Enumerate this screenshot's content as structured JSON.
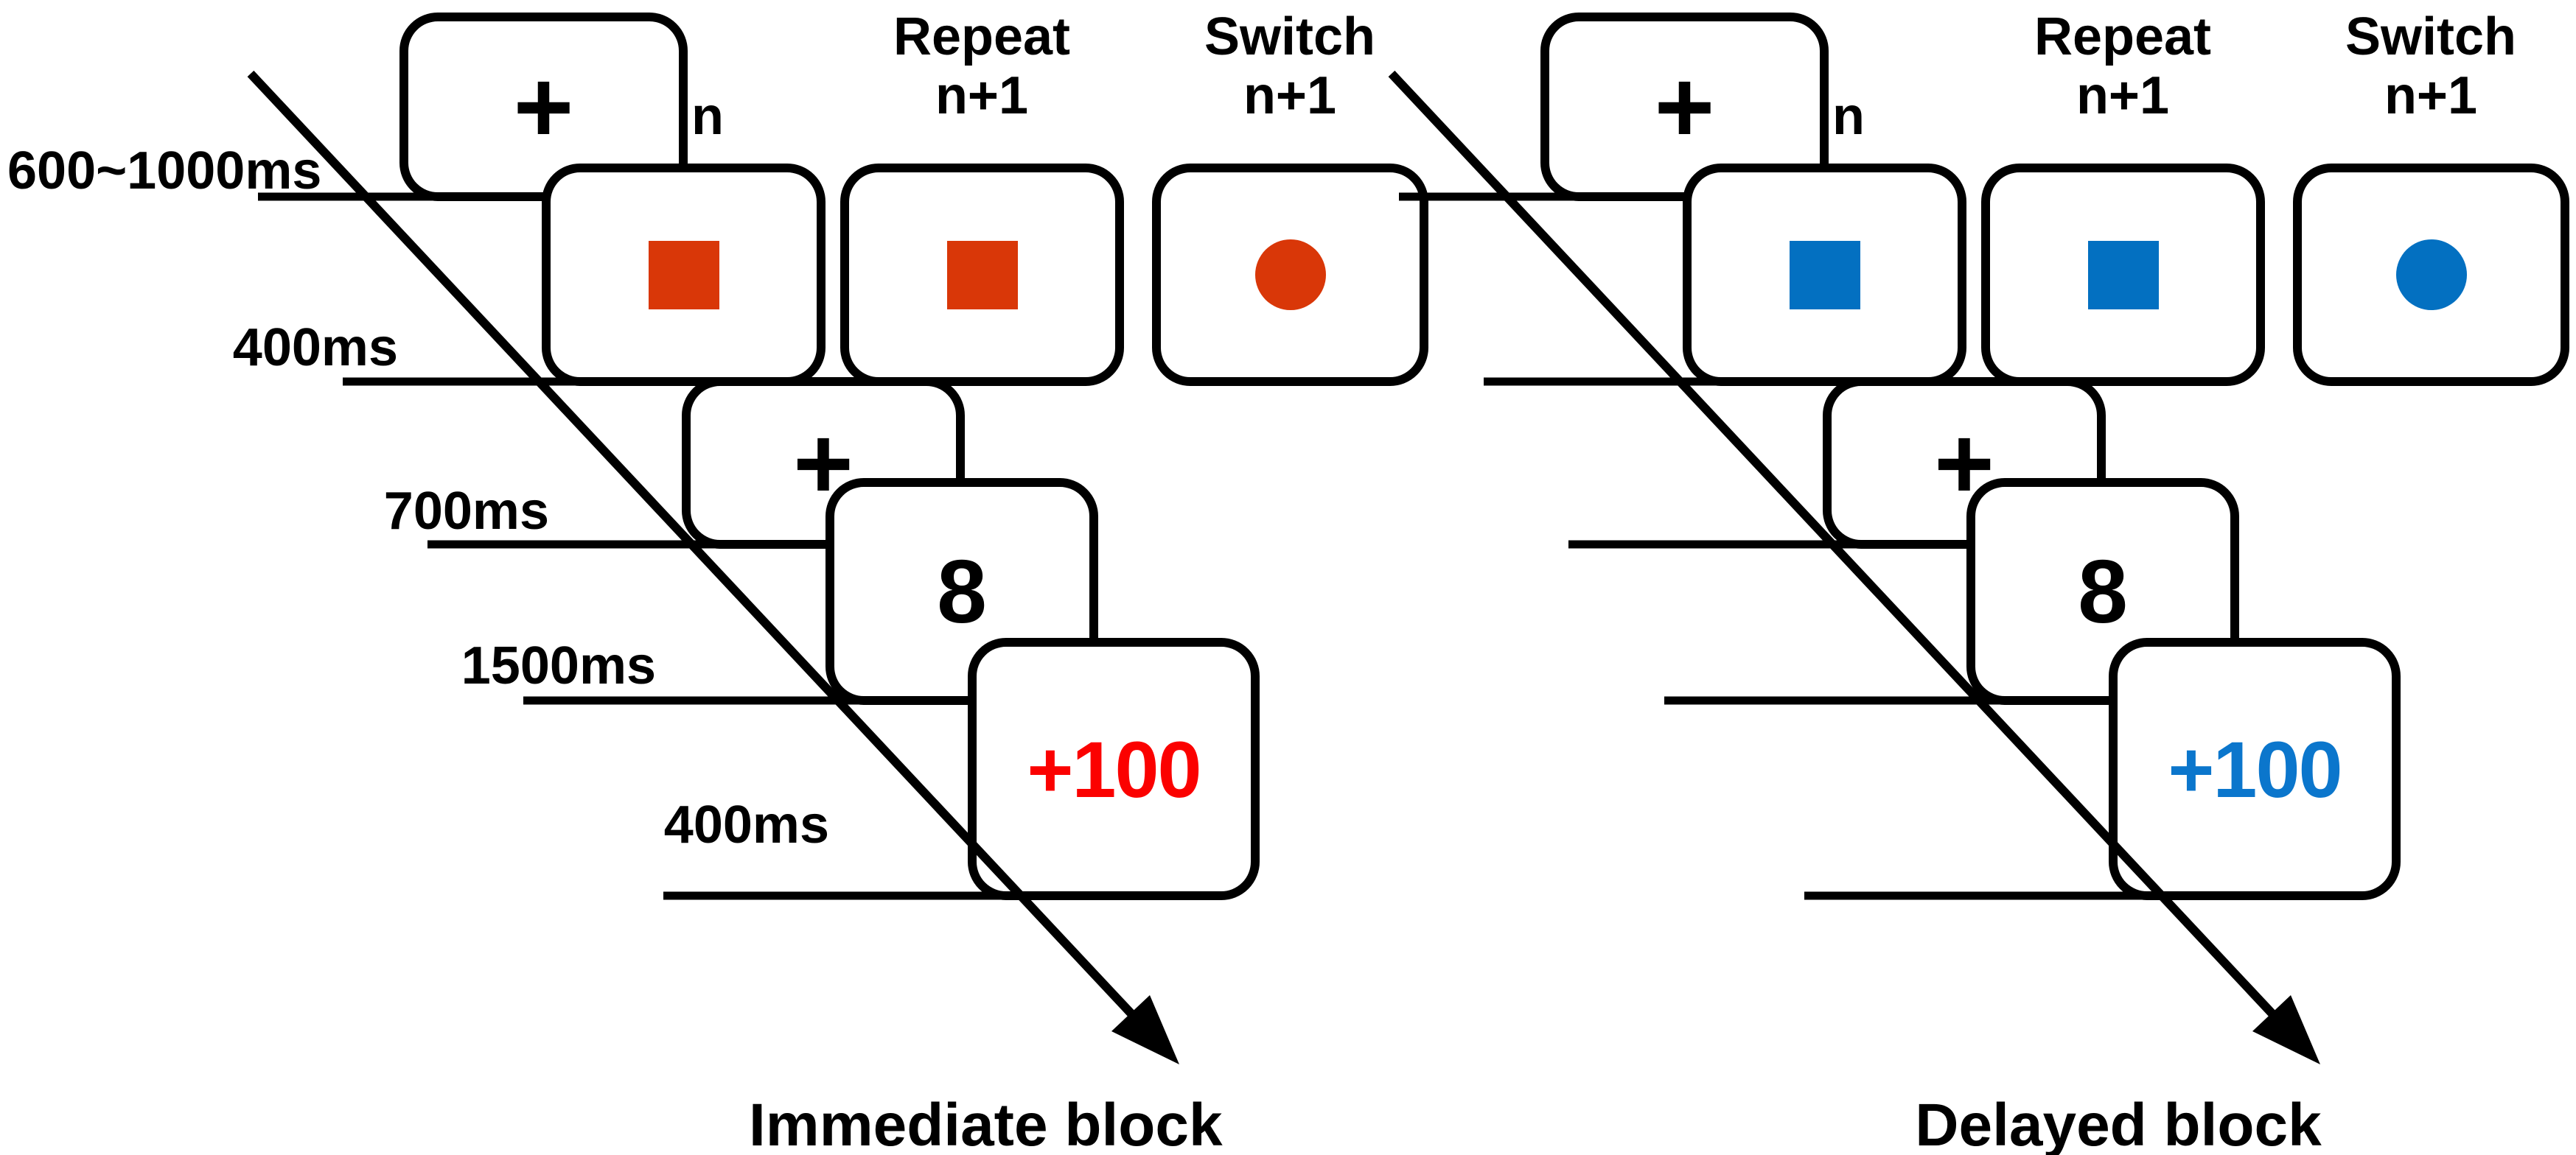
{
  "timeline": {
    "durations": [
      {
        "text": "600~1000ms"
      },
      {
        "text": "400ms"
      },
      {
        "text": "700ms"
      },
      {
        "text": "1500ms"
      },
      {
        "text": "400ms"
      }
    ]
  },
  "panels": {
    "left": {
      "block_label": "Immediate block",
      "trial_index_label": "n",
      "headers": {
        "repeat": {
          "line1": "Repeat",
          "line2": "n+1"
        },
        "switch": {
          "line1": "Switch",
          "line2": "n+1"
        }
      },
      "cards": {
        "fixation_symbol": "+",
        "fixation_symbol_2": "+",
        "target_digit": "8",
        "reward_feedback": "+100"
      },
      "stimulus": {
        "trial_n_shape": "square",
        "repeat_shape": "square",
        "switch_shape": "circle"
      },
      "colors": {
        "stimulus": "#D93708",
        "reward_text": "#FB0100"
      }
    },
    "right": {
      "block_label": "Delayed block",
      "trial_index_label": "n",
      "headers": {
        "repeat": {
          "line1": "Repeat",
          "line2": "n+1"
        },
        "switch": {
          "line1": "Switch",
          "line2": "n+1"
        }
      },
      "cards": {
        "fixation_symbol": "+",
        "fixation_symbol_2": "+",
        "target_digit": "8",
        "reward_feedback": "+100"
      },
      "stimulus": {
        "trial_n_shape": "square",
        "repeat_shape": "square",
        "switch_shape": "circle"
      },
      "colors": {
        "stimulus": "#0370C1",
        "reward_text": "#0B76CC"
      }
    }
  }
}
